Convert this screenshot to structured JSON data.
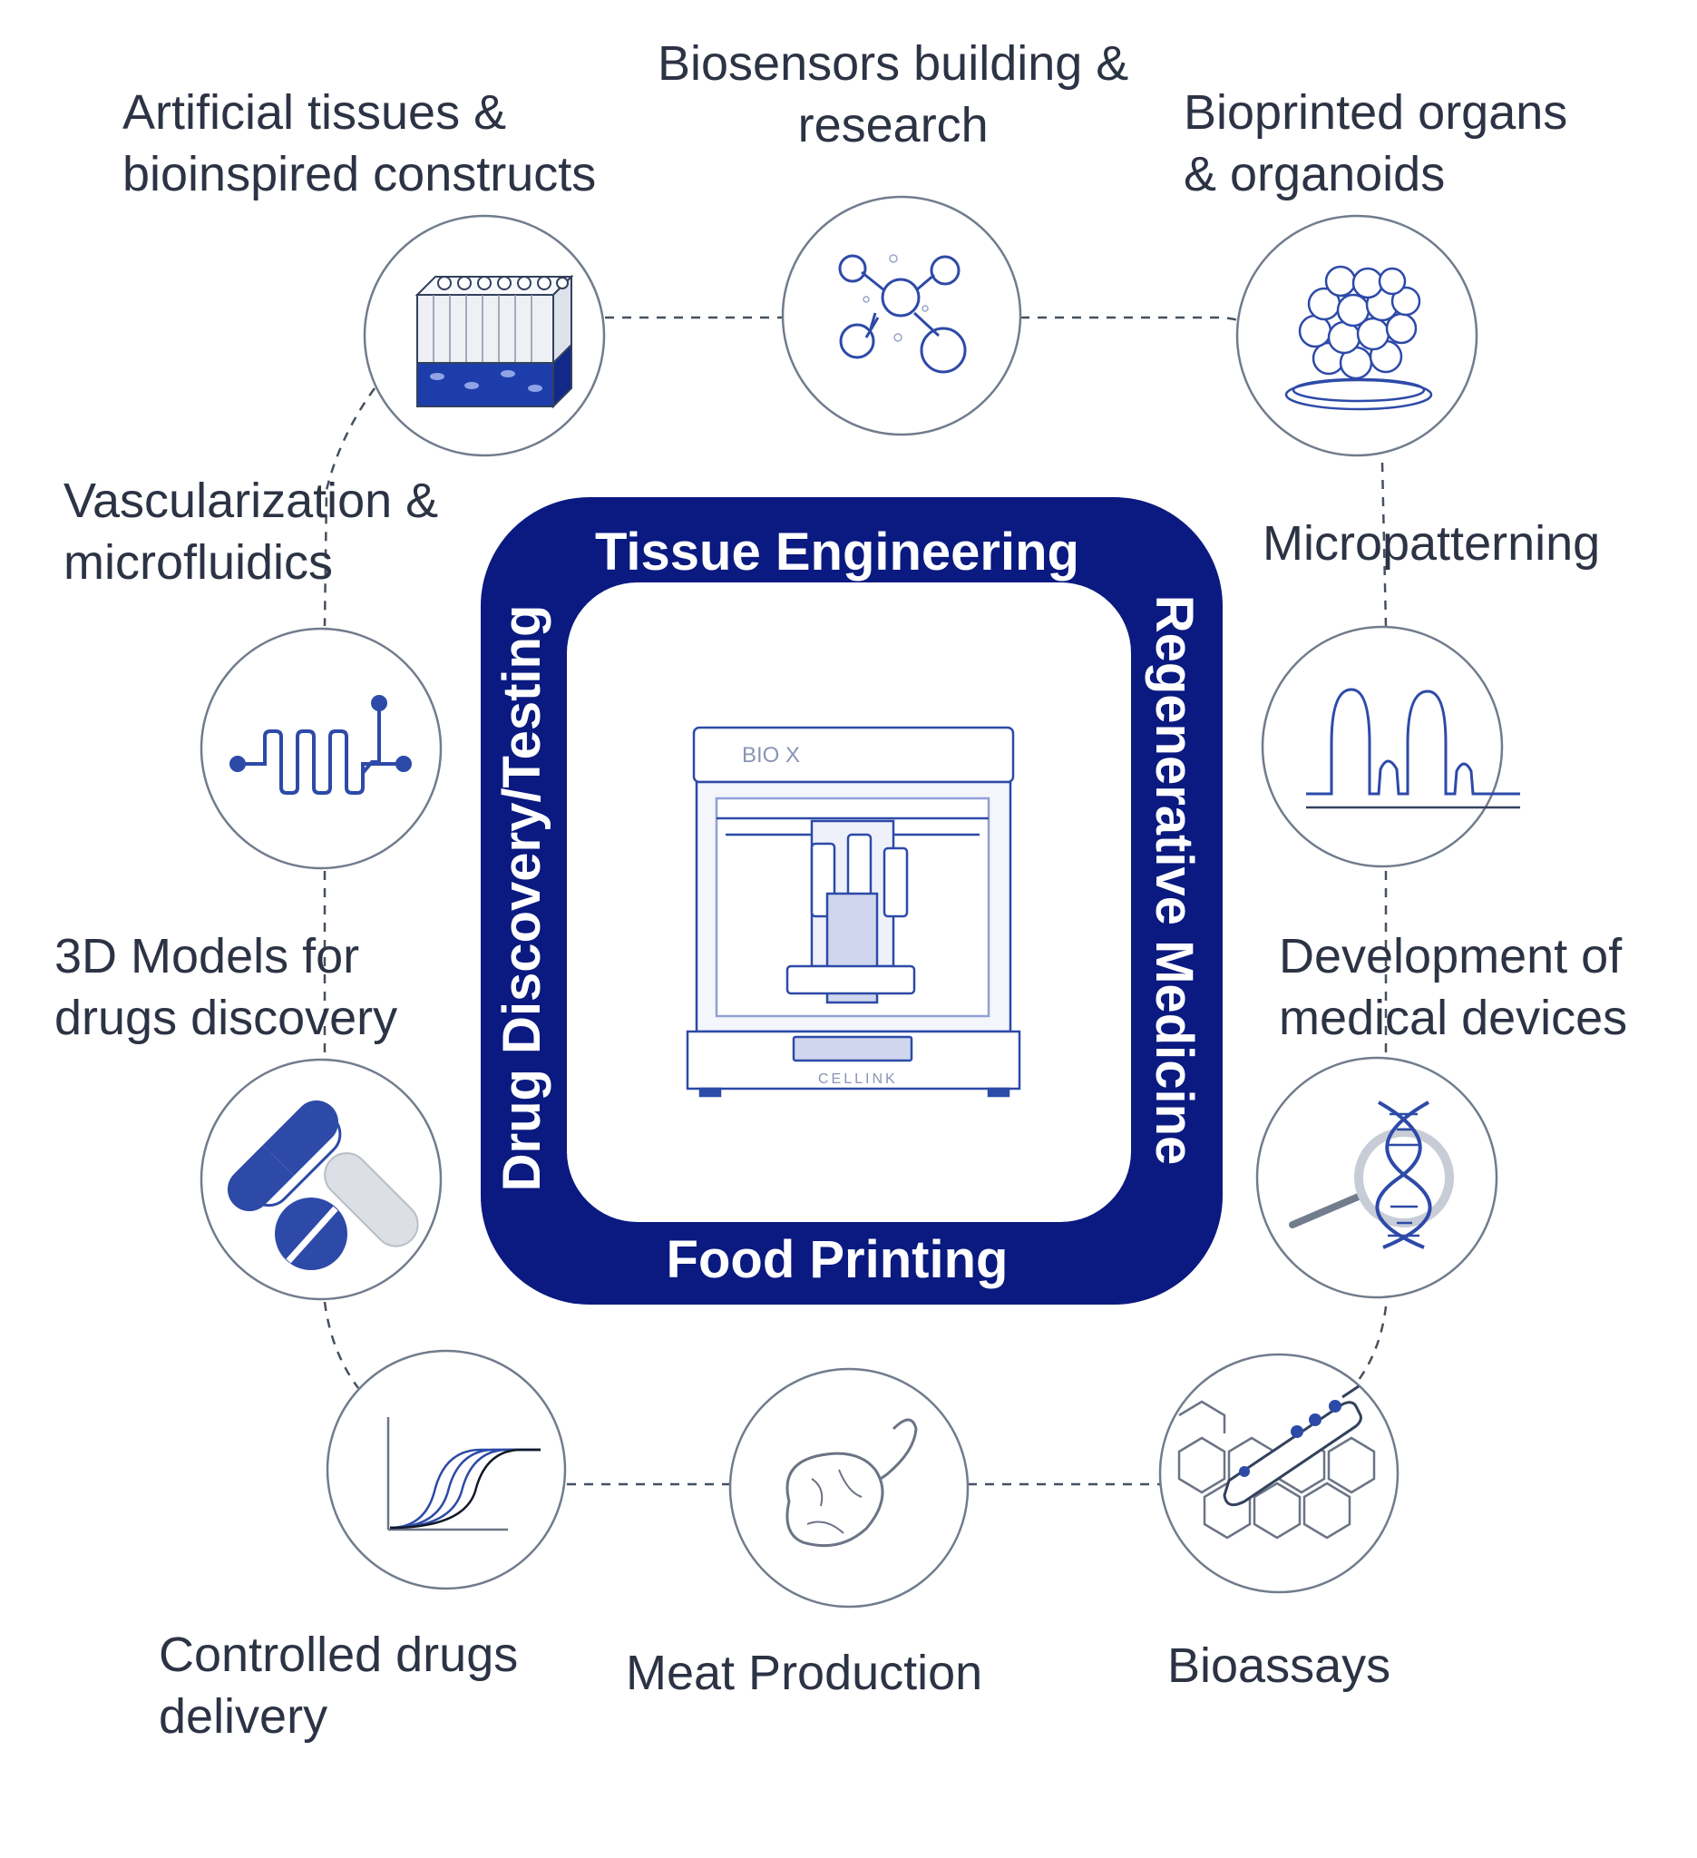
{
  "center": {
    "top": "Tissue Engineering",
    "bottom": "Food Printing",
    "left": "Drug Discovery/Testing",
    "right": "Regenerative Medicine",
    "printer_brand": "BIO X",
    "printer_maker": "CELLINK"
  },
  "applications": [
    {
      "id": "artificial-tissues",
      "line1": "Artificial tissues &",
      "line2": "bioinspired constructs",
      "icon": "tissue-block-icon"
    },
    {
      "id": "biosensors",
      "line1": "Biosensors building &",
      "line2": "research",
      "icon": "molecule-network-icon"
    },
    {
      "id": "bioprinted-organs",
      "line1": "Bioprinted organs",
      "line2": "& organoids",
      "icon": "organoid-cluster-icon"
    },
    {
      "id": "micropatterning",
      "line1": "Micropatterning",
      "line2": "",
      "icon": "micropattern-peaks-icon"
    },
    {
      "id": "medical-devices",
      "line1": "Development of",
      "line2": "medical devices",
      "icon": "dna-magnifier-icon"
    },
    {
      "id": "bioassays",
      "line1": "Bioassays",
      "line2": "",
      "icon": "pipette-hexagon-icon"
    },
    {
      "id": "meat-production",
      "line1": "Meat Production",
      "line2": "",
      "icon": "meat-cut-icon"
    },
    {
      "id": "controlled-delivery",
      "line1": "Controlled drugs",
      "line2": "delivery",
      "icon": "release-curves-icon"
    },
    {
      "id": "3d-models",
      "line1": "3D Models for",
      "line2": "drugs discovery",
      "icon": "pills-icon"
    },
    {
      "id": "vascularization",
      "line1": "Vascularization &",
      "line2": "microfluidics",
      "icon": "microfluidic-channel-icon"
    }
  ],
  "colors": {
    "navy": "#0a1a80",
    "accent": "#2d4aa8",
    "circle": "#717c8c",
    "text": "#2c3344"
  }
}
